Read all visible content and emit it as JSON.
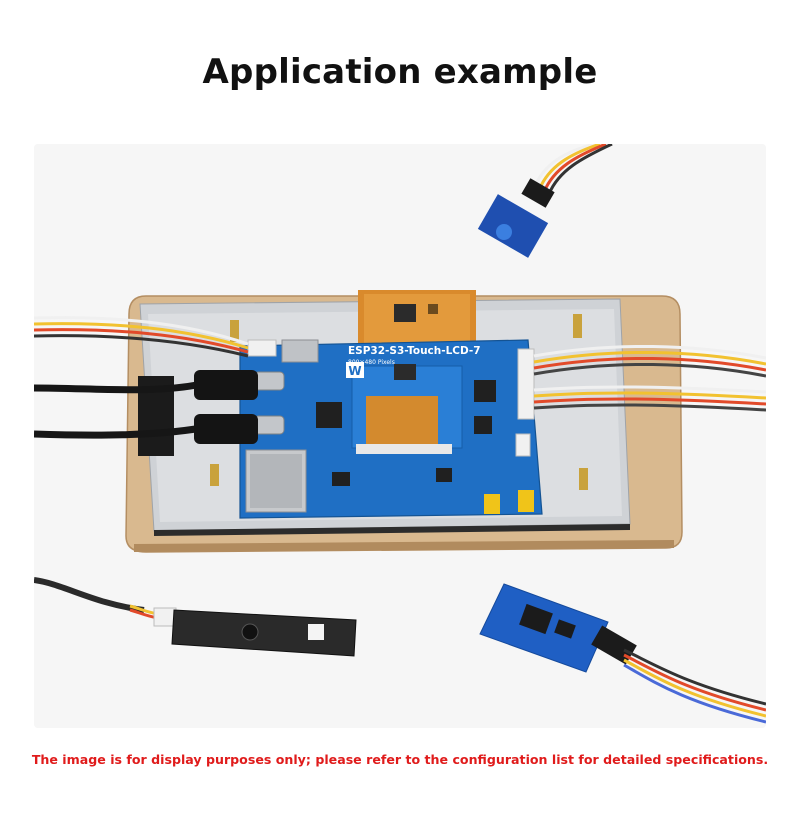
{
  "heading": "Application example",
  "board": {
    "name": "ESP32-S3-Touch-LCD-7",
    "resolution": "800×480 Pixels",
    "logo": "W"
  },
  "disclaimer": "The image is for display purposes only; please refer to the configuration list for detailed specifications."
}
